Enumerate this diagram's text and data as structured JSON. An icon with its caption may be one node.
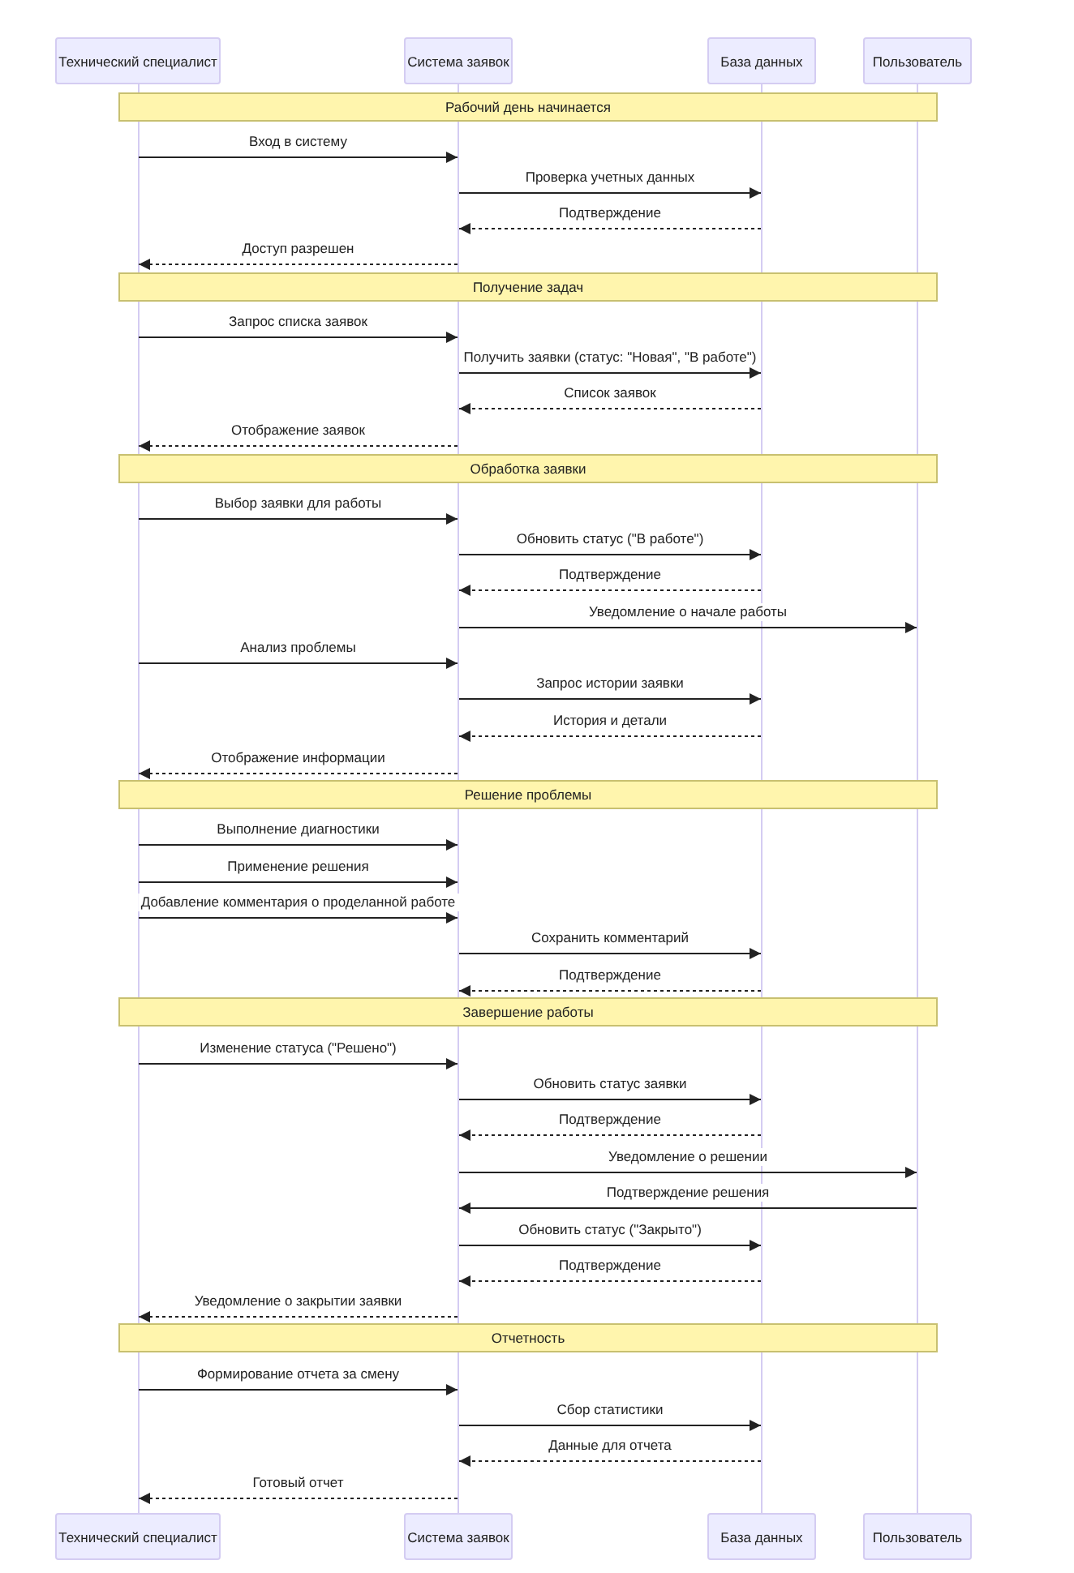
{
  "diagram": {
    "nodes": [
      {
        "text": [
          "Технический специалист"
        ]
      },
      {
        "text": [
          "Система заявок"
        ]
      },
      {
        "text": [
          "База данных"
        ]
      },
      {
        "text": [
          "Пользователь"
        ]
      },
      {
        "text": [],
        "shape": "line"
      },
      {
        "text": [],
        "shape": "line"
      },
      {
        "text": [],
        "shape": "line"
      },
      {
        "text": [],
        "shape": "line"
      },
      {
        "text": [
          "Рабочий день начинается"
        ]
      },
      {
        "text": [
          "Получение задач"
        ]
      },
      {
        "text": [
          "Обработка заявки"
        ]
      },
      {
        "text": [
          "Решение проблемы"
        ]
      },
      {
        "text": [
          "Завершение работы"
        ]
      },
      {
        "text": [
          "Отчетность"
        ]
      },
      {
        "text": [
          "Технический специалист"
        ]
      },
      {
        "text": [
          "Система заявок"
        ]
      },
      {
        "text": [
          "База данных"
        ]
      },
      {
        "text": [
          "Пользователь"
        ]
      }
    ],
    "edges": [
      {
        "from": 4,
        "to": 5,
        "arrow": "to",
        "label": "Вход в систему"
      },
      {
        "from": 5,
        "to": 6,
        "arrow": "to",
        "label": "Проверка учетных данных"
      },
      {
        "from": 6,
        "to": 5,
        "arrow": "to",
        "label": "Подтверждение",
        "style": "dashed"
      },
      {
        "from": 5,
        "to": 4,
        "arrow": "to",
        "label": "Доступ разрешен",
        "style": "dashed"
      },
      {
        "from": 4,
        "to": 5,
        "arrow": "to",
        "label": "Запрос списка заявок"
      },
      {
        "from": 5,
        "to": 6,
        "arrow": "to",
        "label": "Получить заявки (статус: \"Новая\", \"В работе\")"
      },
      {
        "from": 6,
        "to": 5,
        "arrow": "to",
        "label": "Список заявок",
        "style": "dashed"
      },
      {
        "from": 5,
        "to": 4,
        "arrow": "to",
        "label": "Отображение заявок",
        "style": "dashed"
      },
      {
        "from": 4,
        "to": 5,
        "arrow": "to",
        "label": "Выбор заявки для работы"
      },
      {
        "from": 5,
        "to": 6,
        "arrow": "to",
        "label": "Обновить статус (\"В работе\")"
      },
      {
        "from": 6,
        "to": 5,
        "arrow": "to",
        "label": "Подтверждение",
        "style": "dashed"
      },
      {
        "from": 5,
        "to": 7,
        "arrow": "to",
        "label": "Уведомление о начале работы"
      },
      {
        "from": 4,
        "to": 5,
        "arrow": "to",
        "label": "Анализ проблемы"
      },
      {
        "from": 5,
        "to": 6,
        "arrow": "to",
        "label": "Запрос истории заявки"
      },
      {
        "from": 6,
        "to": 5,
        "arrow": "to",
        "label": "История и детали",
        "style": "dashed"
      },
      {
        "from": 5,
        "to": 4,
        "arrow": "to",
        "label": "Отображение информации",
        "style": "dashed"
      },
      {
        "from": 4,
        "to": 5,
        "arrow": "to",
        "label": "Выполнение диагностики"
      },
      {
        "from": 4,
        "to": 5,
        "arrow": "to",
        "label": "Применение решения"
      },
      {
        "from": 4,
        "to": 5,
        "arrow": "to",
        "label": "Добавление комментария о проделанной работе"
      },
      {
        "from": 5,
        "to": 6,
        "arrow": "to",
        "label": "Сохранить комментарий"
      },
      {
        "from": 6,
        "to": 5,
        "arrow": "to",
        "label": "Подтверждение",
        "style": "dashed"
      },
      {
        "from": 4,
        "to": 5,
        "arrow": "to",
        "label": "Изменение статуса (\"Решено\")"
      },
      {
        "from": 5,
        "to": 6,
        "arrow": "to",
        "label": "Обновить статус заявки"
      },
      {
        "from": 6,
        "to": 5,
        "arrow": "to",
        "label": "Подтверждение",
        "style": "dashed"
      },
      {
        "from": 5,
        "to": 7,
        "arrow": "to",
        "label": "Уведомление о решении"
      },
      {
        "from": 7,
        "to": 5,
        "arrow": "to",
        "label": "Подтверждение решения"
      },
      {
        "from": 5,
        "to": 6,
        "arrow": "to",
        "label": "Обновить статус (\"Закрыто\")"
      },
      {
        "from": 6,
        "to": 5,
        "arrow": "to",
        "label": "Подтверждение",
        "style": "dashed"
      },
      {
        "from": 5,
        "to": 4,
        "arrow": "to",
        "label": "Уведомление о закрытии заявки",
        "style": "dashed"
      },
      {
        "from": 4,
        "to": 5,
        "arrow": "to",
        "label": "Формирование отчета за смену"
      },
      {
        "from": 5,
        "to": 6,
        "arrow": "to",
        "label": "Сбор статистики"
      },
      {
        "from": 6,
        "to": 5,
        "arrow": "to",
        "label": "Данные для отчета",
        "style": "dashed"
      },
      {
        "from": 5,
        "to": 4,
        "arrow": "to",
        "label": "Готовый отчет",
        "style": "dashed"
      }
    ]
  }
}
